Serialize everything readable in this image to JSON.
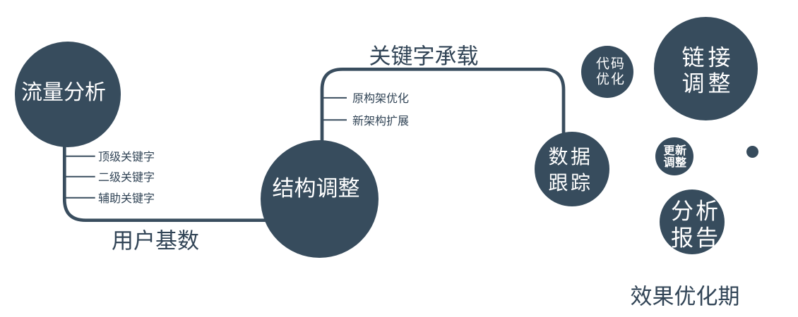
{
  "colors": {
    "background": "#ffffff",
    "node_fill": "#374c5d",
    "connector": "#394d5e",
    "text_dark": "#314456",
    "text_light": "#ffffff"
  },
  "nodes": {
    "traffic_analysis": {
      "label": "流量分析"
    },
    "structure_adjust": {
      "label": "结构调整"
    },
    "data_tracking": {
      "label": "数据\n跟踪"
    },
    "code_optimization": {
      "label": "代码\n优化"
    },
    "link_adjust": {
      "label": "链接\n调整"
    },
    "update_adjust": {
      "label": "更新\n调整"
    },
    "analysis_report": {
      "label": "分析\n报告"
    }
  },
  "edge_labels": {
    "user_base": "用户基数",
    "keyword_carry": "关键字承载"
  },
  "left_branch": [
    "顶级关键字",
    "二级关键字",
    "辅助关键字"
  ],
  "right_branch": [
    "原构架优化",
    "新架构扩展"
  ],
  "stage_label": "效果优化期"
}
